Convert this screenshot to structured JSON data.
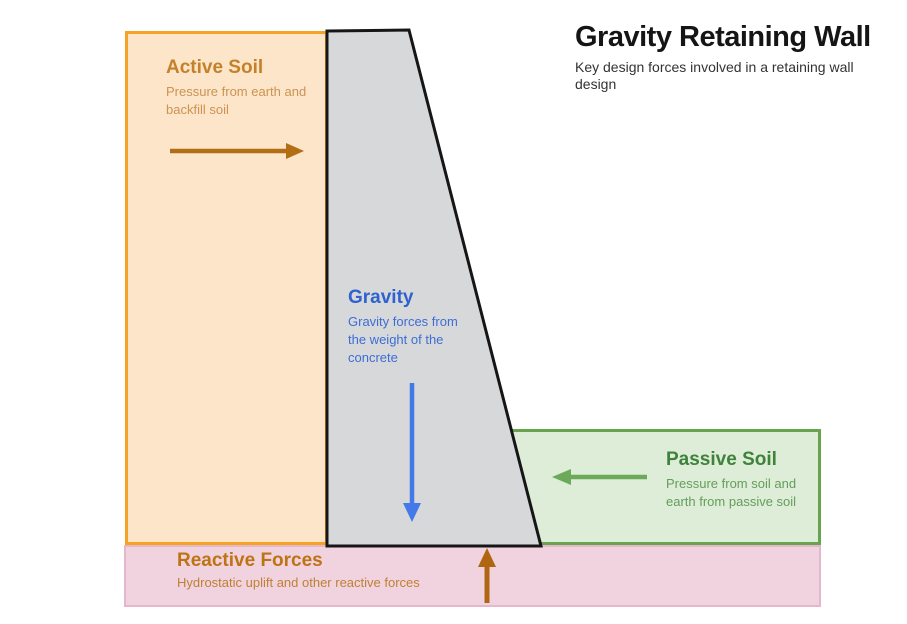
{
  "title": {
    "heading": "Gravity Retaining Wall",
    "subtitle": "Key design forces involved in a retaining wall design"
  },
  "regions": {
    "active_soil": {
      "heading": "Active Soil",
      "description": "Pressure from earth and backfill soil",
      "arrow_direction": "right",
      "fill_color": "#fce5c9",
      "border_color": "#f6a325",
      "heading_color": "#c5812a",
      "arrow_color": "#b26e14"
    },
    "gravity": {
      "heading": "Gravity",
      "description": "Gravity forces from the weight of the concrete",
      "arrow_direction": "down",
      "fill_color": "#d7d8da",
      "border_color": "#161616",
      "heading_color": "#2e62ce",
      "arrow_color": "#4379e8"
    },
    "passive_soil": {
      "heading": "Passive Soil",
      "description": "Pressure from soil and earth from passive soil",
      "arrow_direction": "left",
      "fill_color": "#deedd7",
      "border_color": "#68a34e",
      "heading_color": "#3e823b",
      "arrow_color": "#6ca95b"
    },
    "reactive_forces": {
      "heading": "Reactive Forces",
      "description": "Hydrostatic uplift and other reactive forces",
      "arrow_direction": "up",
      "fill_color": "#f0d3df",
      "border_color": "#e2b8ca",
      "heading_color": "#be7314",
      "arrow_color": "#b06513"
    }
  }
}
